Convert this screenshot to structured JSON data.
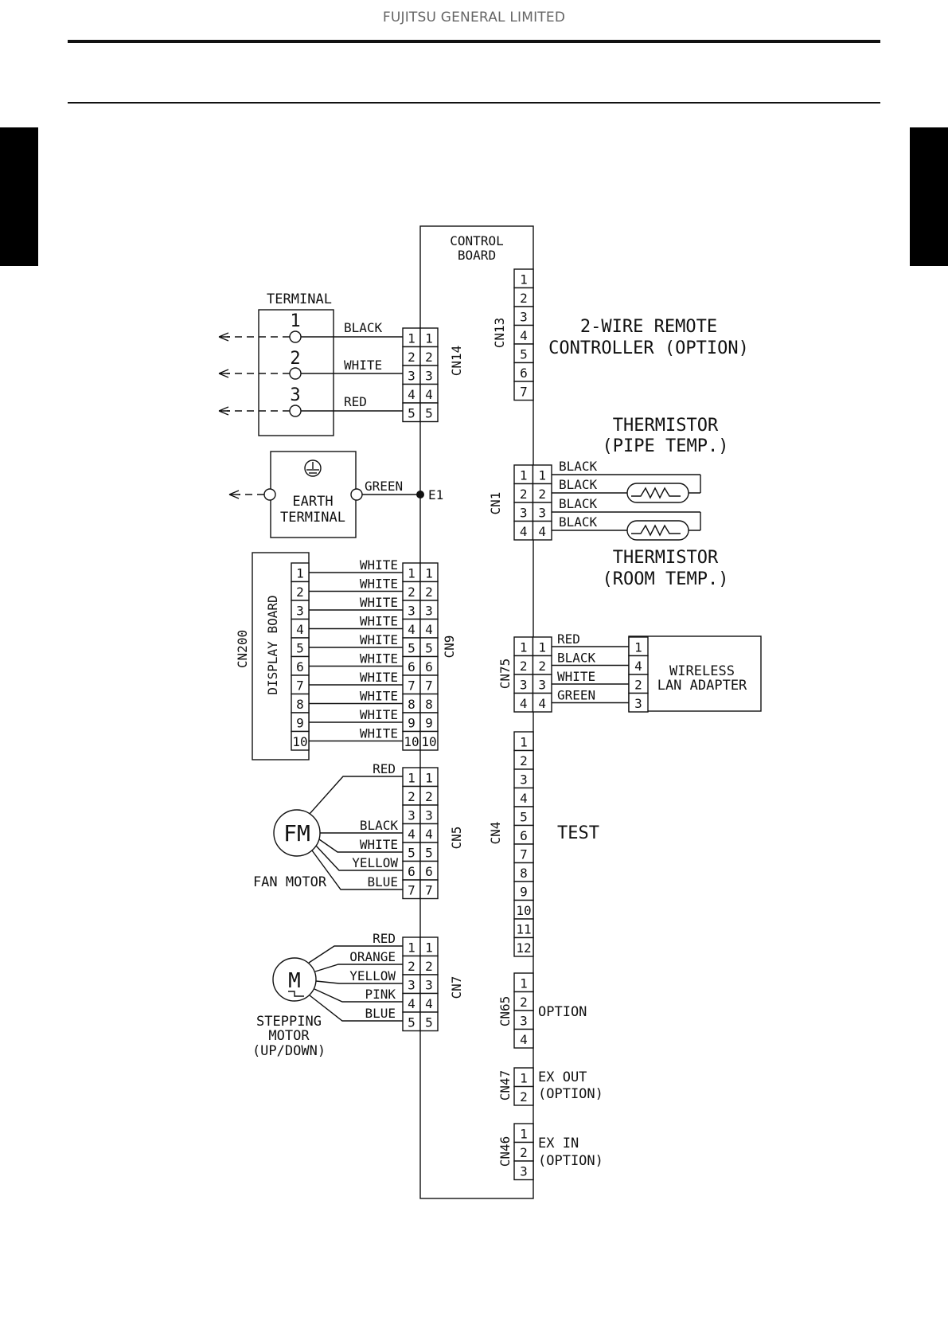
{
  "header": {
    "company": "FUJITSU GENERAL LIMITED"
  },
  "board": {
    "title_line1": "CONTROL",
    "title_line2": "BOARD"
  },
  "terminal": {
    "title": "TERMINAL",
    "numbers": [
      "1",
      "2",
      "3"
    ]
  },
  "cn14": {
    "name": "CN14",
    "pins": [
      "1",
      "2",
      "3",
      "4",
      "5"
    ],
    "wires": [
      {
        "pin": "1",
        "color": "BLACK"
      },
      {
        "pin": "3",
        "color": "WHITE"
      },
      {
        "pin": "5",
        "color": "RED"
      }
    ]
  },
  "earth": {
    "line1": "EARTH",
    "line2": "TERMINAL",
    "wire": "GREEN",
    "node": "E1"
  },
  "cn9": {
    "name": "CN9",
    "pins": [
      "1",
      "2",
      "3",
      "4",
      "5",
      "6",
      "7",
      "8",
      "9",
      "10"
    ],
    "wire_color": "WHITE"
  },
  "display_board": {
    "name": "CN200",
    "title": "DISPLAY BOARD",
    "pins": [
      "1",
      "2",
      "3",
      "4",
      "5",
      "6",
      "7",
      "8",
      "9",
      "10"
    ]
  },
  "cn5": {
    "name": "CN5",
    "pins": [
      "1",
      "2",
      "3",
      "4",
      "5",
      "6",
      "7"
    ],
    "wires": [
      {
        "pin": "1",
        "color": "RED"
      },
      {
        "pin": "4",
        "color": "BLACK"
      },
      {
        "pin": "5",
        "color": "WHITE"
      },
      {
        "pin": "6",
        "color": "YELLOW"
      },
      {
        "pin": "7",
        "color": "BLUE"
      }
    ]
  },
  "fan_motor": {
    "symbol": "FM",
    "label": "FAN MOTOR"
  },
  "cn7": {
    "name": "CN7",
    "pins": [
      "1",
      "2",
      "3",
      "4",
      "5"
    ],
    "wires": [
      {
        "pin": "1",
        "color": "RED"
      },
      {
        "pin": "2",
        "color": "ORANGE"
      },
      {
        "pin": "3",
        "color": "YELLOW"
      },
      {
        "pin": "4",
        "color": "PINK"
      },
      {
        "pin": "5",
        "color": "BLUE"
      }
    ]
  },
  "stepping_motor": {
    "symbol": "M",
    "line1": "STEPPING",
    "line2": "MOTOR",
    "line3": "(UP/DOWN)"
  },
  "cn13": {
    "name": "CN13",
    "pins": [
      "1",
      "2",
      "3",
      "4",
      "5",
      "6",
      "7"
    ],
    "label_line1": "2-WIRE REMOTE",
    "label_line2": "CONTROLLER (OPTION)"
  },
  "cn1": {
    "name": "CN1",
    "pins": [
      "1",
      "2",
      "3",
      "4"
    ],
    "wire_color": "BLACK",
    "thermistor_pipe_line1": "THERMISTOR",
    "thermistor_pipe_line2": "(PIPE TEMP.)",
    "thermistor_room_line1": "THERMISTOR",
    "thermistor_room_line2": "(ROOM TEMP.)"
  },
  "cn75": {
    "name": "CN75",
    "pins": [
      "1",
      "2",
      "3",
      "4"
    ],
    "wires": [
      {
        "pin": "1",
        "color": "RED"
      },
      {
        "pin": "2",
        "color": "BLACK"
      },
      {
        "pin": "3",
        "color": "WHITE"
      },
      {
        "pin": "4",
        "color": "GREEN"
      }
    ],
    "adapter_pins": [
      "1",
      "4",
      "2",
      "3"
    ],
    "adapter_line1": "WIRELESS",
    "adapter_line2": "LAN ADAPTER"
  },
  "cn4": {
    "name": "CN4",
    "pins": [
      "1",
      "2",
      "3",
      "4",
      "5",
      "6",
      "7",
      "8",
      "9",
      "10",
      "11",
      "12"
    ],
    "label": "TEST"
  },
  "cn65": {
    "name": "CN65",
    "pins": [
      "1",
      "2",
      "3",
      "4"
    ],
    "label": "OPTION"
  },
  "cn47": {
    "name": "CN47",
    "pins": [
      "1",
      "2"
    ],
    "label_line1": "EX OUT",
    "label_line2": "(OPTION)"
  },
  "cn46": {
    "name": "CN46",
    "pins": [
      "1",
      "2",
      "3"
    ],
    "label_line1": "EX IN",
    "label_line2": "(OPTION)"
  }
}
